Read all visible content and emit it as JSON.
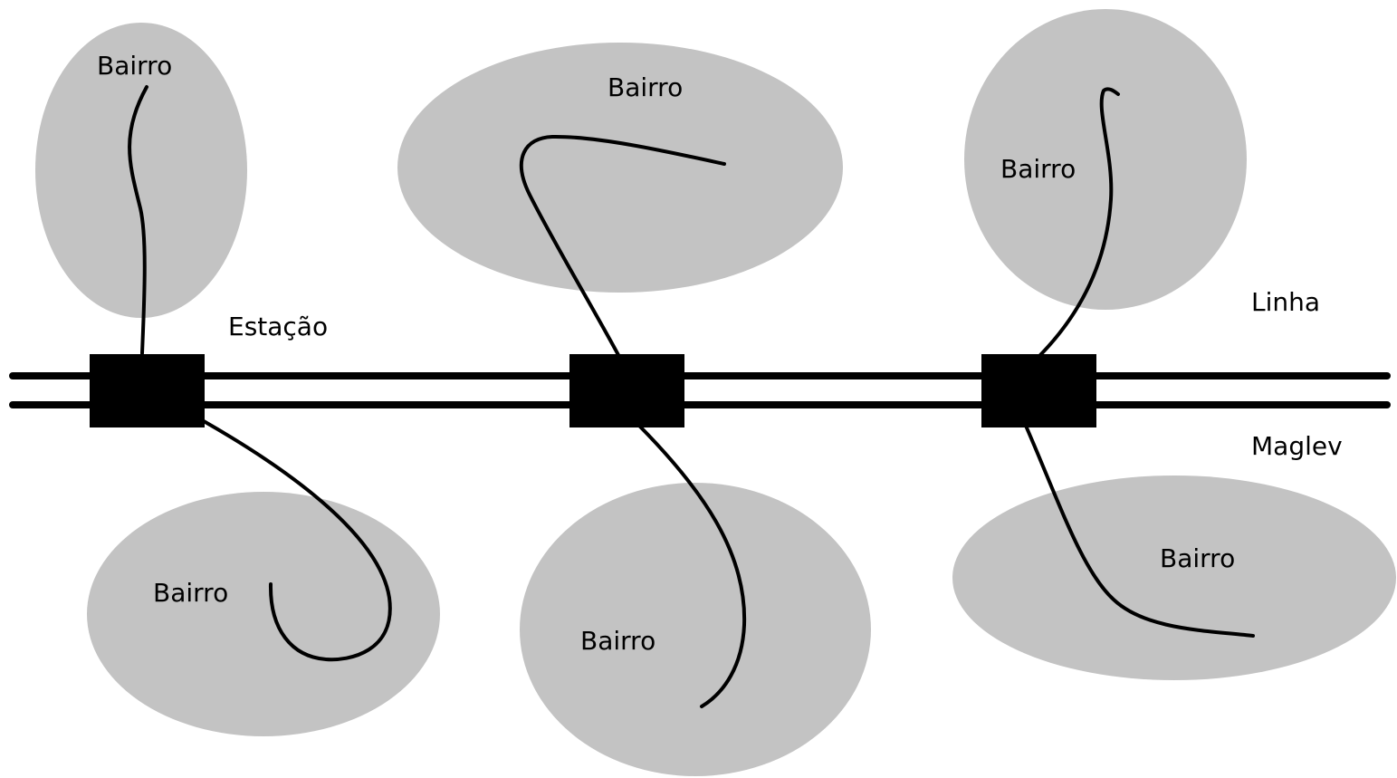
{
  "diagram": {
    "colors": {
      "background": "#ffffff",
      "neighborhood_fill": "#c3c3c3",
      "ink": "#000000"
    },
    "labels": {
      "station": "Estação",
      "line": "Linha",
      "maglev": "Maglev"
    },
    "neighborhoods": [
      {
        "label": "Bairro"
      },
      {
        "label": "Bairro"
      },
      {
        "label": "Bairro"
      },
      {
        "label": "Bairro"
      },
      {
        "label": "Bairro"
      },
      {
        "label": "Bairro"
      }
    ]
  }
}
